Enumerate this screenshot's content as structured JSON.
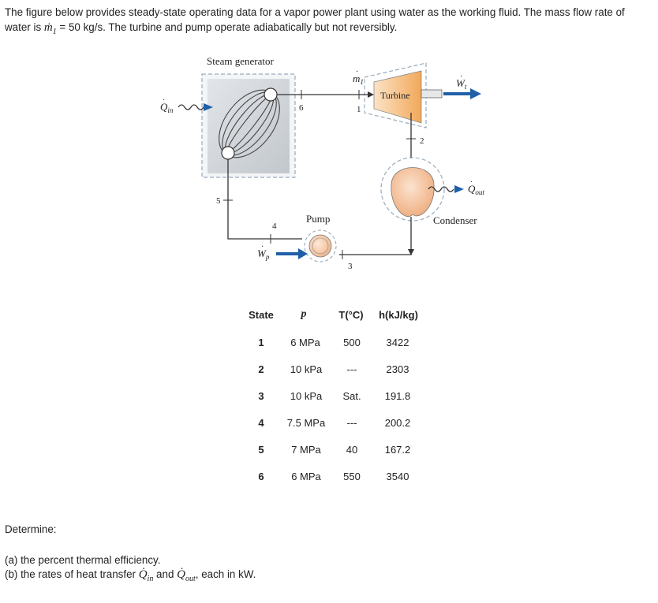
{
  "intro": {
    "line1": "The figure below provides steady-state operating data for a vapor power plant using water as the working fluid. The mass flow rate of",
    "line2_pre": "water is ",
    "line2_post": " = 50 kg/s. The turbine and pump operate adiabatically but not reversibly."
  },
  "diagram": {
    "steam_generator": "Steam generator",
    "turbine": "Turbine",
    "pump": "Pump",
    "condenser": "Condenser",
    "q_in": "Q",
    "q_in_sub": "in",
    "q_out": "Q",
    "q_out_sub": "out",
    "w_t": "W",
    "w_t_sub": "t",
    "w_p": "W",
    "w_p_sub": "p",
    "m1": "m",
    "m1_sub": "1",
    "state_labels": [
      "1",
      "2",
      "3",
      "4",
      "5",
      "6"
    ]
  },
  "table": {
    "headers": {
      "state": "State",
      "p": "p",
      "t": "T(°C)",
      "h": "h(kJ/kg)"
    },
    "rows": [
      {
        "state": "1",
        "p": "6 MPa",
        "t": "500",
        "h": "3422"
      },
      {
        "state": "2",
        "p": "10 kPa",
        "t": "---",
        "h": "2303"
      },
      {
        "state": "3",
        "p": "10 kPa",
        "t": "Sat.",
        "h": "191.8"
      },
      {
        "state": "4",
        "p": "7.5 MPa",
        "t": "---",
        "h": "200.2"
      },
      {
        "state": "5",
        "p": "7 MPa",
        "t": "40",
        "h": "167.2"
      },
      {
        "state": "6",
        "p": "6 MPa",
        "t": "550",
        "h": "3540"
      }
    ]
  },
  "determine": "Determine:",
  "part_a": "(a) the percent thermal efficiency.",
  "part_b_pre": "(b) the rates of heat transfer ",
  "part_b_and": " and ",
  "part_b_post": ", each in kW.",
  "colors": {
    "steel_blue": "#1f5fa8",
    "light_blue": "#cfe0f2",
    "orange": "#f2a85a",
    "peach": "#f4c9a0",
    "line": "#333333"
  }
}
